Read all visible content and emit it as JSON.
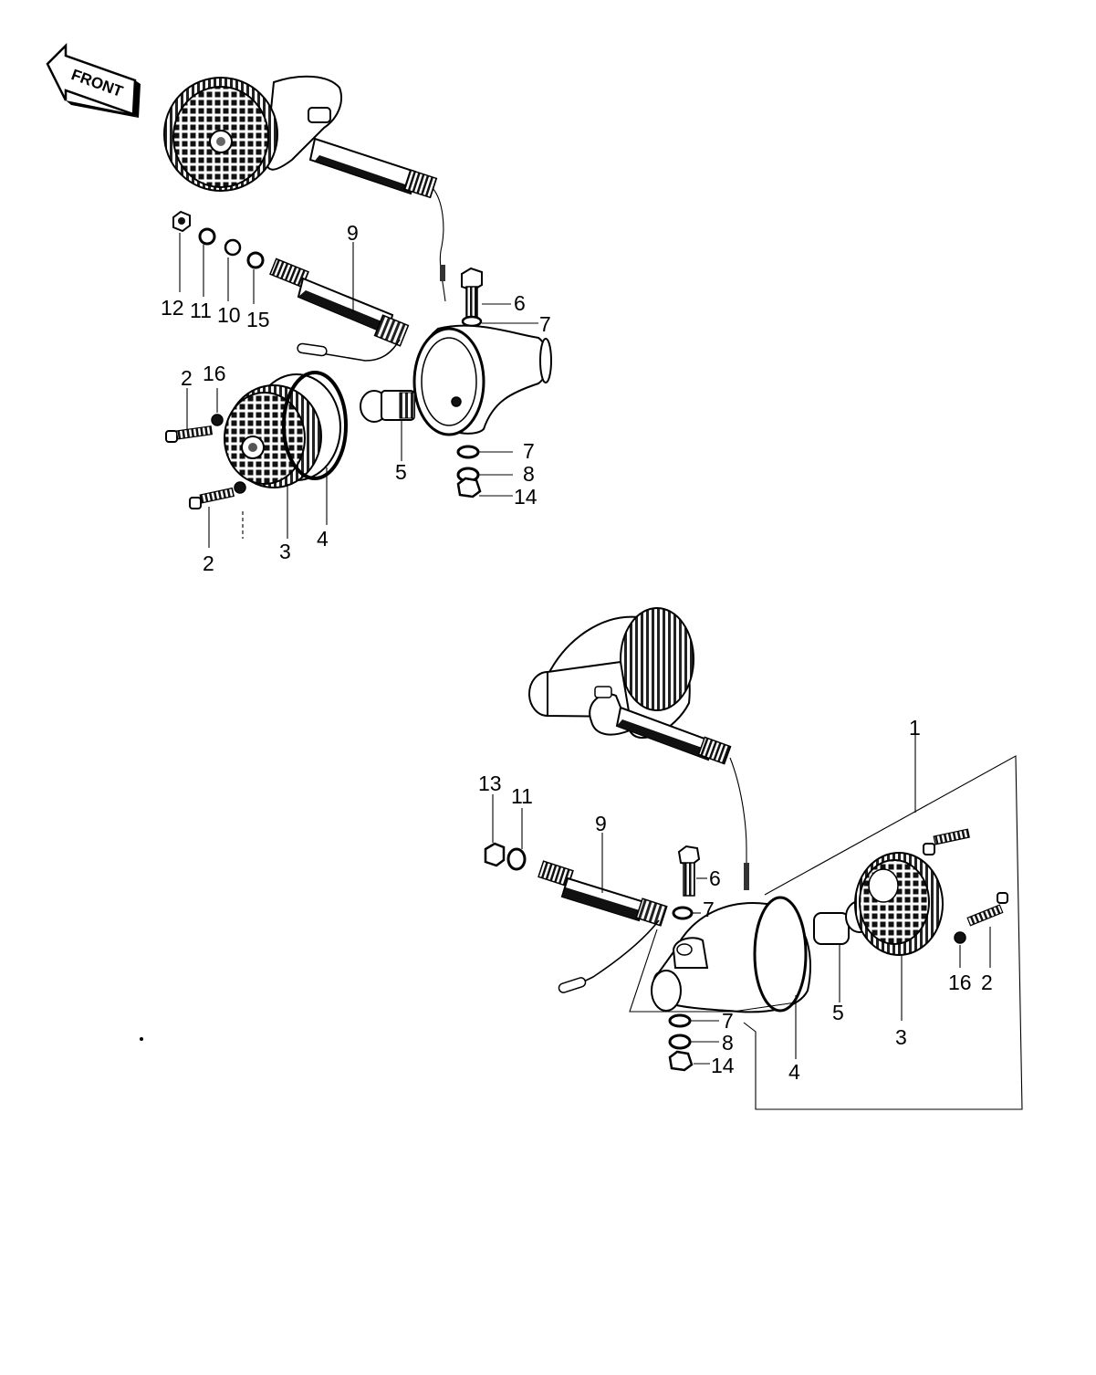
{
  "front_arrow": {
    "label": "FRONT"
  },
  "upper_assembly": {
    "callouts": [
      {
        "id": "u-12",
        "text": "12"
      },
      {
        "id": "u-11",
        "text": "11"
      },
      {
        "id": "u-10",
        "text": "10"
      },
      {
        "id": "u-15",
        "text": "15"
      },
      {
        "id": "u-9",
        "text": "9"
      },
      {
        "id": "u-6",
        "text": "6"
      },
      {
        "id": "u-7a",
        "text": "7"
      },
      {
        "id": "u-2a",
        "text": "2"
      },
      {
        "id": "u-16",
        "text": "16"
      },
      {
        "id": "u-5",
        "text": "5"
      },
      {
        "id": "u-7b",
        "text": "7"
      },
      {
        "id": "u-8",
        "text": "8"
      },
      {
        "id": "u-14",
        "text": "14"
      },
      {
        "id": "u-2b",
        "text": "2"
      },
      {
        "id": "u-3",
        "text": "3"
      },
      {
        "id": "u-4",
        "text": "4"
      }
    ]
  },
  "lower_assembly": {
    "callouts": [
      {
        "id": "l-1",
        "text": "1"
      },
      {
        "id": "l-13",
        "text": "13"
      },
      {
        "id": "l-11",
        "text": "11"
      },
      {
        "id": "l-9",
        "text": "9"
      },
      {
        "id": "l-6",
        "text": "6"
      },
      {
        "id": "l-7a",
        "text": "7"
      },
      {
        "id": "l-5",
        "text": "5"
      },
      {
        "id": "l-16",
        "text": "16"
      },
      {
        "id": "l-2",
        "text": "2"
      },
      {
        "id": "l-3",
        "text": "3"
      },
      {
        "id": "l-7b",
        "text": "7"
      },
      {
        "id": "l-8",
        "text": "8"
      },
      {
        "id": "l-14",
        "text": "14"
      },
      {
        "id": "l-4",
        "text": "4"
      }
    ]
  }
}
